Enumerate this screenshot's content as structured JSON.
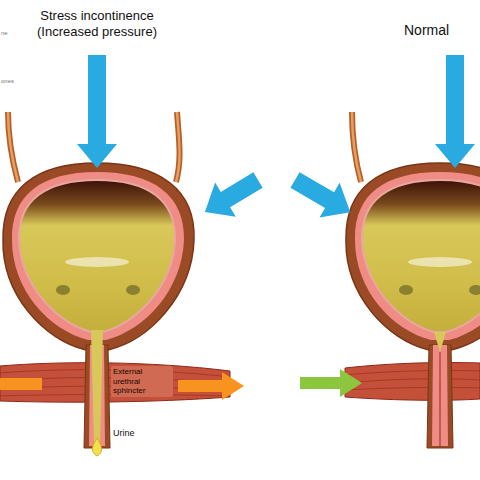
{
  "diagram": {
    "labels": [
      "ne",
      "ones",
      "Stress incontinence (Increased pressure)",
      "External urethral sphincter",
      "Urine",
      "Normal"
    ]
  }
}
